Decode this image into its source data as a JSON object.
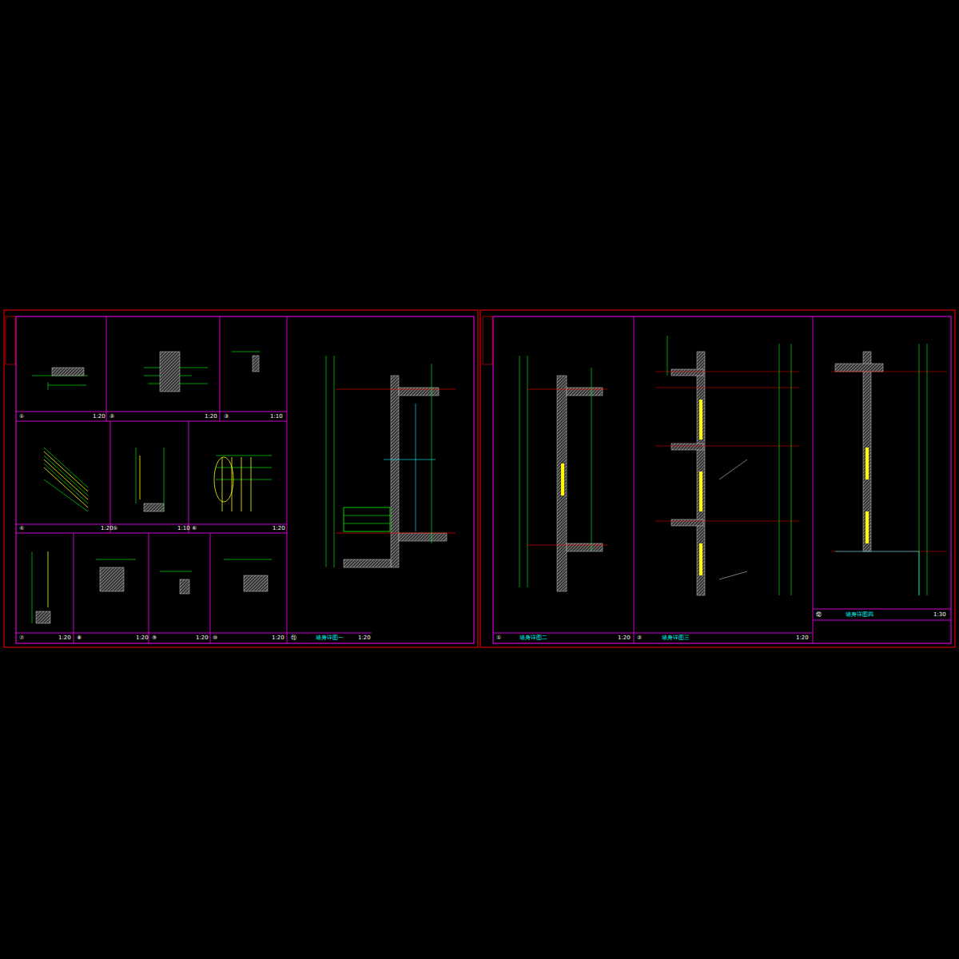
{
  "diagram": {
    "labels": [
      "①",
      "1:20",
      "②",
      "1:20",
      "③",
      "1:10",
      "④",
      "1:20",
      "⑤",
      "1:10",
      "⑥",
      "1:20",
      "⑦",
      "1:20",
      "⑧",
      "1:20",
      "⑨",
      "1:20",
      "⑩",
      "1:20",
      "⑪",
      "墙身详图一",
      "1:20",
      "①",
      "墙身详图二",
      "1:20",
      "②",
      "墙身详图三",
      "1:20",
      "⑫",
      "墙身详图四",
      "1:30"
    ]
  }
}
